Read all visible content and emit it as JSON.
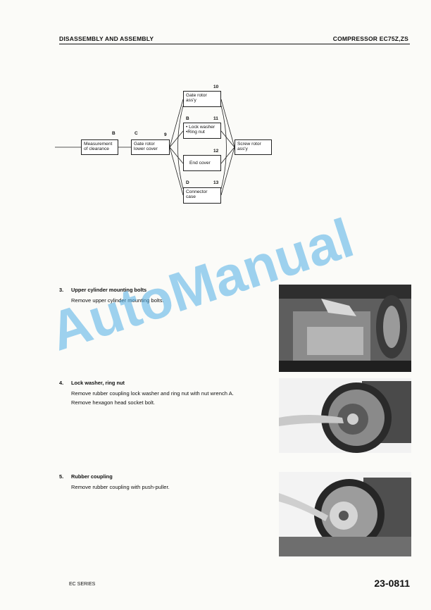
{
  "header": {
    "left": "DISASSEMBLY AND ASSEMBLY",
    "right": "COMPRESSOR EC75Z,ZS"
  },
  "diagram": {
    "nodes": {
      "measurement": {
        "text": "Measurement of clearance",
        "label": "B"
      },
      "gate_rotor_lower": {
        "text": "Gate rotor lower cover",
        "label_left": "C",
        "label_right": "9"
      },
      "gate_rotor_assy": {
        "text": "Gate rotor ass'y",
        "label": "10"
      },
      "lock_washer": {
        "line1": "• Lock washer",
        "line2": "•Ring nut",
        "label_left": "B",
        "label_right": "11"
      },
      "end_cover": {
        "text": "End cover",
        "label": "12"
      },
      "connector_case": {
        "text": "Connector case",
        "label_left": "D",
        "label_right": "13"
      },
      "screw_rotor": {
        "text": "Screw rotor ass'y"
      }
    }
  },
  "steps": [
    {
      "num": "3.",
      "title": "Upper cylinder mounting bolts",
      "body": [
        "Remove upper cylinder mounting bolts."
      ]
    },
    {
      "num": "4.",
      "title": "Lock washer, ring nut",
      "body": [
        "Remove rubber coupling lock washer and ring nut with nut wrench A.",
        "Remove hexagon head socket bolt."
      ]
    },
    {
      "num": "5.",
      "title": "Rubber coupling",
      "body": [
        "Remove rubber coupling with push-puller."
      ]
    }
  ],
  "watermark": "AutoManual",
  "footer": {
    "left": "EC SERIES",
    "right": "23-0811"
  }
}
